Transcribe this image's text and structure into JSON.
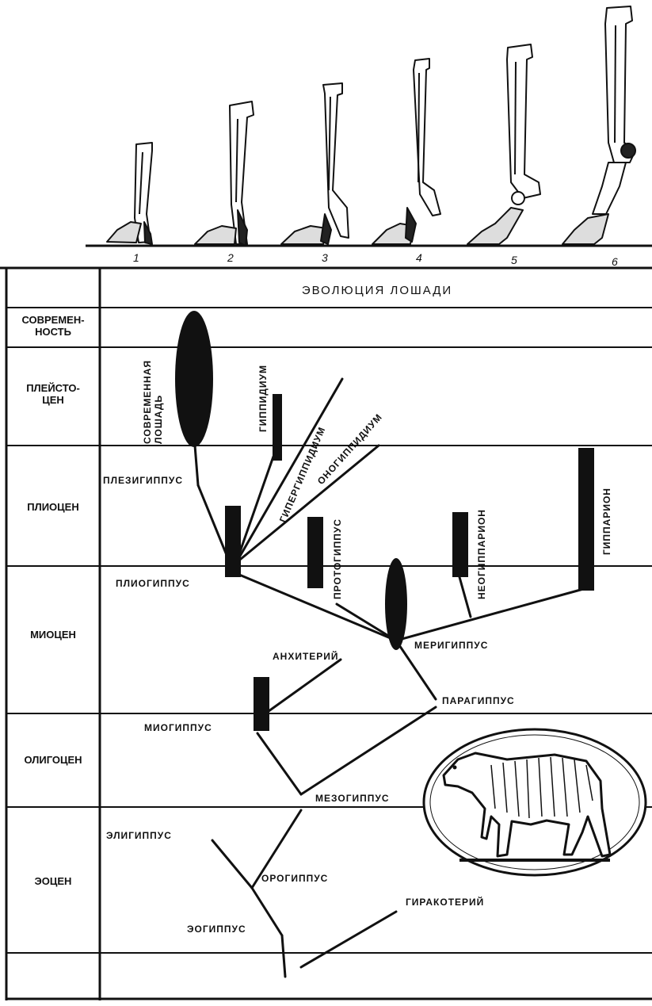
{
  "title": "ЭВОЛЮЦИЯ ЛОШАДИ",
  "leg_numbers": [
    "1",
    "2",
    "3",
    "4",
    "5",
    "6"
  ],
  "eras": [
    {
      "label": "СОВРЕМЕН-\nНОСТЬ"
    },
    {
      "label": "ПЛЕЙСТО-\nЦЕН"
    },
    {
      "label": "ПЛИОЦЕН"
    },
    {
      "label": "МИОЦЕН"
    },
    {
      "label": "ОЛИГОЦЕН"
    },
    {
      "label": "ЭОЦЕН"
    },
    {
      "label": ""
    }
  ],
  "taxa": {
    "modern_horse": "СОВРЕМЕННАЯ\nЛОШАДЬ",
    "hippidium": "ГИППИДИУМ",
    "hyperhippidium": "ГИПЕРГИППИДИУМ",
    "onohippidium": "ОНОГИППИДИУМ",
    "plesippus": "ПЛЕЗИГИППУС",
    "protohippus": "ПРОТОГИППУС",
    "neohipparion": "НЕОГИППАРИОН",
    "hipparion": "ГИППАРИОН",
    "pliohippus": "ПЛИОГИППУС",
    "merychippus": "МЕРИГИППУС",
    "anchitherium": "АНХИТЕРИЙ",
    "parahippus": "ПАРАГИППУС",
    "miohippus": "МИОГИППУС",
    "mesohippus": "МЕЗОГИППУС",
    "epihippus": "ЭЛИГИППУС",
    "orohippus": "ОРОГИППУС",
    "eohippus": "ЭОГИППУС",
    "hyracotherium": "ГИРАКОТЕРИЙ"
  }
}
